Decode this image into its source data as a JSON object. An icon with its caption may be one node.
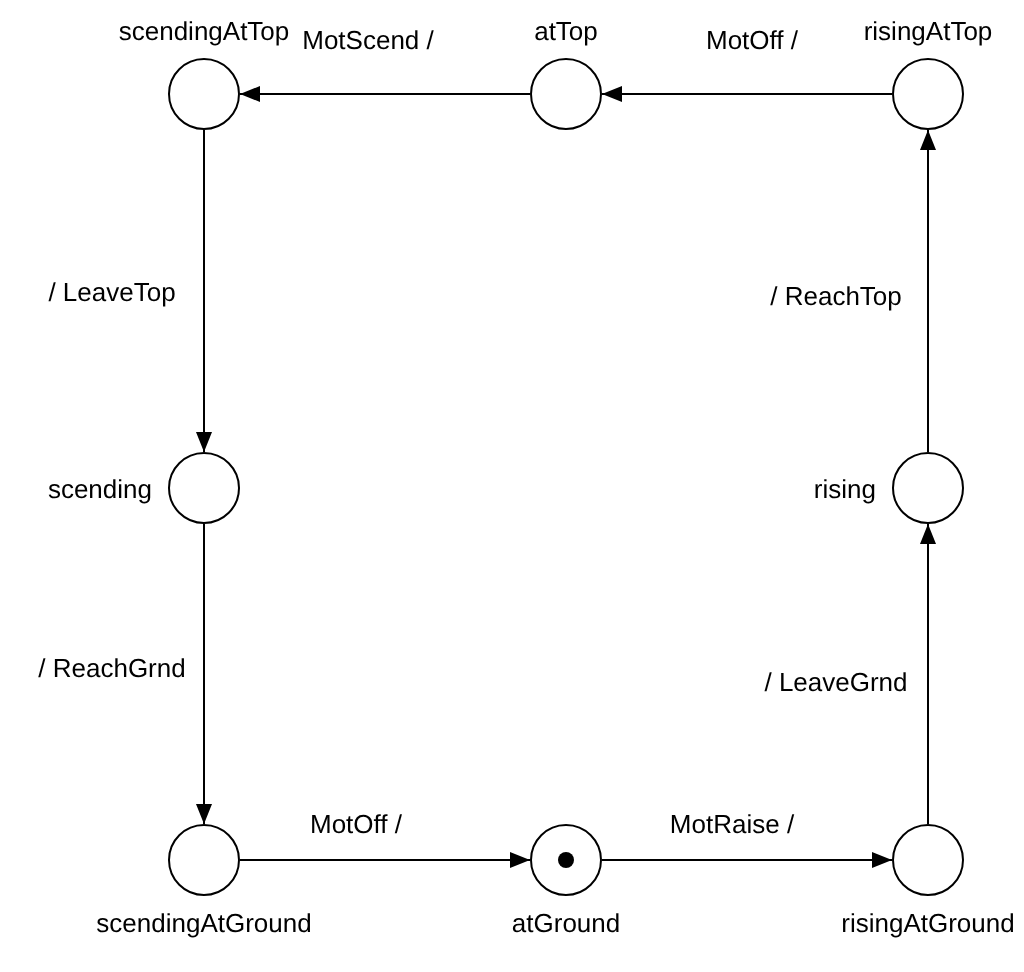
{
  "diagram": {
    "nodes": [
      {
        "text": [
          "scendingAtTop"
        ]
      },
      {
        "text": [
          "atTop"
        ]
      },
      {
        "text": [
          "risingAtTop"
        ]
      },
      {
        "text": [
          "scending"
        ]
      },
      {
        "text": [
          "rising"
        ]
      },
      {
        "text": [
          "scendingAtGround"
        ]
      },
      {
        "text": [
          "atGround"
        ]
      },
      {
        "text": [
          "risingAtGround"
        ]
      }
    ],
    "edges": [
      {
        "from": 1,
        "to": 0,
        "arrow": "to",
        "label": "MotScend /"
      },
      {
        "from": 2,
        "to": 1,
        "arrow": "to",
        "label": "MotOff /"
      },
      {
        "from": 0,
        "to": 3,
        "arrow": "to",
        "label": "/ LeaveTop"
      },
      {
        "from": 3,
        "to": 5,
        "arrow": "to",
        "label": "/ ReachGrnd"
      },
      {
        "from": 5,
        "to": 6,
        "arrow": "to",
        "label": "MotOff /"
      },
      {
        "from": 6,
        "to": 7,
        "arrow": "to",
        "label": "MotRaise /"
      },
      {
        "from": 7,
        "to": 4,
        "arrow": "to",
        "label": "/ LeaveGrnd"
      },
      {
        "from": 4,
        "to": 2,
        "arrow": "to",
        "label": "/ ReachTop"
      }
    ]
  }
}
